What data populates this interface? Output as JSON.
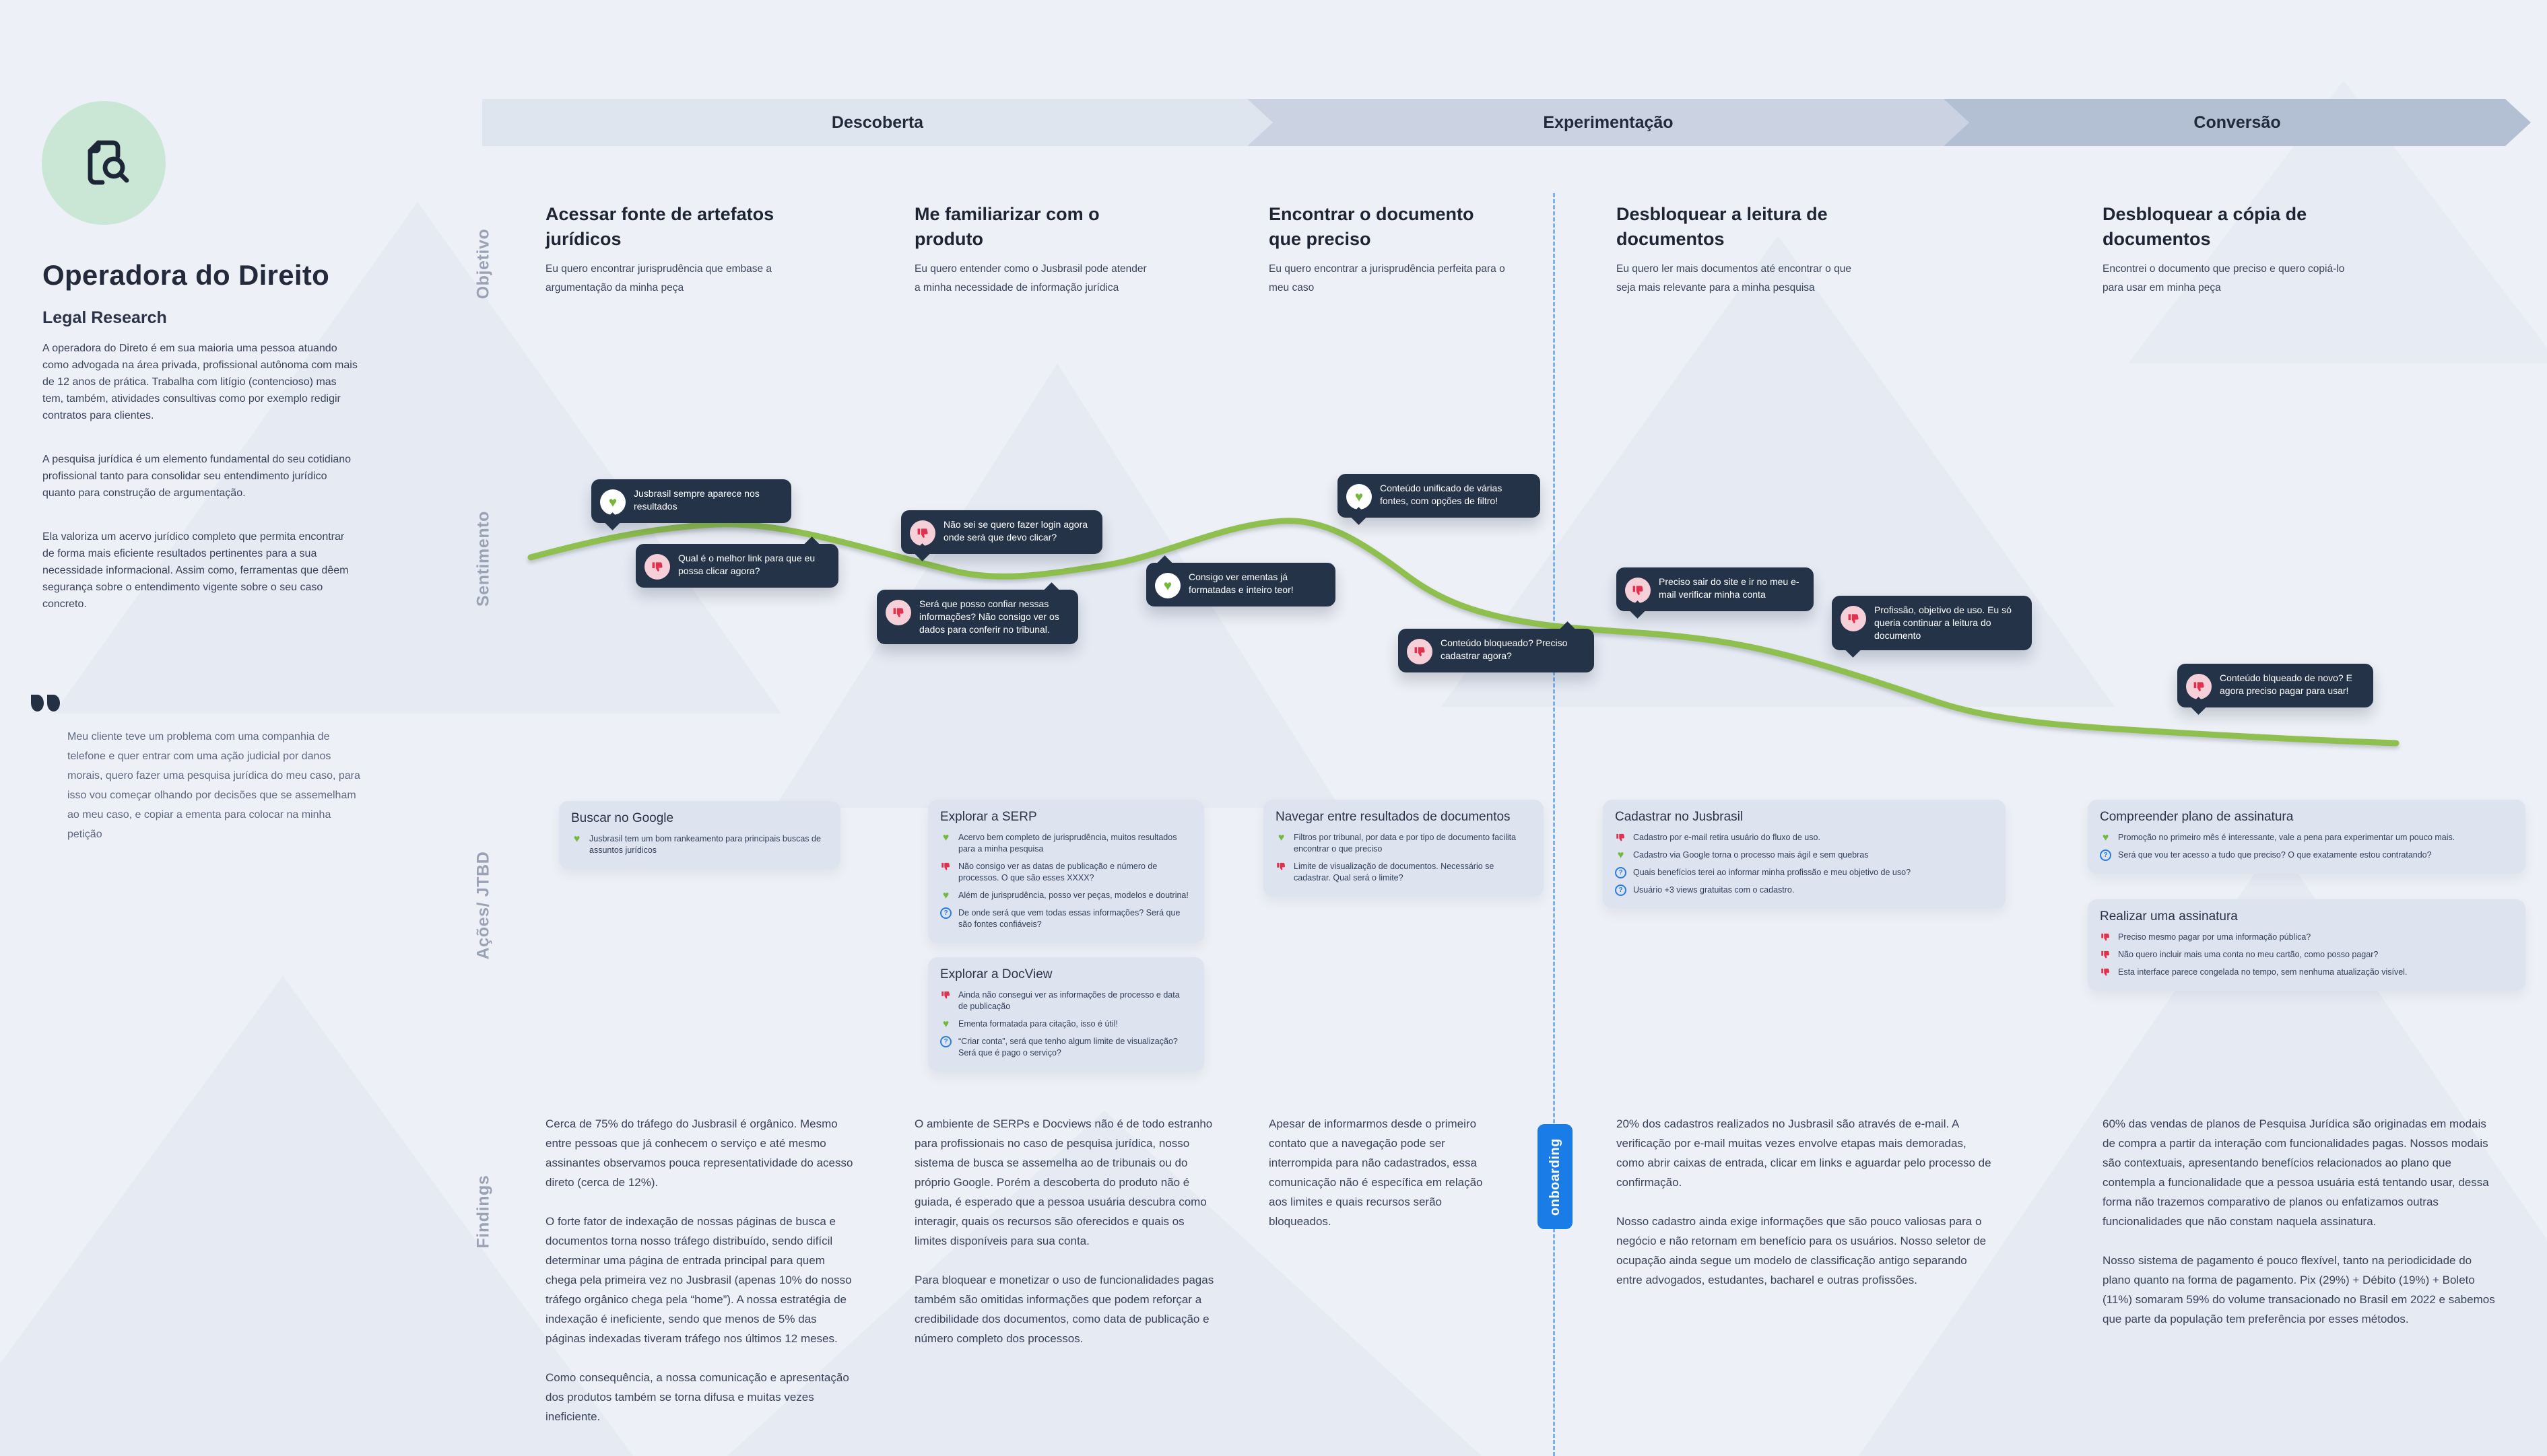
{
  "persona": {
    "title": "Operadora do Direito",
    "subtitle": "Legal Research",
    "paragraphs": [
      "A operadora do Direto é em sua maioria uma pessoa atuando como advogada na área privada, profissional autônoma com mais de 12 anos de prática. Trabalha com litígio (contencioso) mas tem, também, atividades consultivas como por exemplo redigir contratos para clientes.",
      "A pesquisa jurídica é um elemento fundamental do seu cotidiano profissional tanto para consolidar seu entendimento jurídico quanto para construção de argumentação.",
      "Ela valoriza um acervo jurídico completo que permita encontrar de forma mais eficiente resultados pertinentes para a sua necessidade informacional. Assim como, ferramentas que dêem segurança sobre o entendimento vigente sobre o seu caso concreto."
    ],
    "quote": "Meu cliente teve um problema com uma companhia de telefone e quer entrar com uma ação judicial por danos morais, quero fazer uma pesquisa jurídica do meu caso, para isso vou começar olhando por decisões que se assemelham ao meu caso, e copiar a ementa para colocar na minha petição"
  },
  "phases": [
    "Descoberta",
    "Experimentação",
    "Conversão"
  ],
  "row_labels": [
    "Objetivo",
    "Sentimento",
    "Ações/ JTBD",
    "Findings"
  ],
  "columns": [
    {
      "title1": "Acessar fonte de artefatos",
      "title2": "jurídicos",
      "goal": "Eu quero encontrar jurisprudência que embase a argumentação da minha peça"
    },
    {
      "title1": "Me familiarizar com o",
      "title2": "produto",
      "goal": "Eu quero entender como o Jusbrasil pode atender a minha necessidade de informação jurídica"
    },
    {
      "title1": "Encontrar o documento",
      "title2": "que preciso",
      "goal": "Eu quero encontrar a jurisprudência perfeita para o meu caso"
    },
    {
      "title1": "Desbloquear a leitura de",
      "title2": "documentos",
      "goal": "Eu quero ler mais documentos até encontrar o que seja mais relevante para a minha pesquisa"
    },
    {
      "title1": "Desbloquear a cópia de",
      "title2": "documentos",
      "goal": "Encontrei o documento que preciso e quero copiá-lo para usar em minha peça"
    }
  ],
  "bubbles": [
    {
      "sentiment": "positive",
      "text": "Jusbrasil sempre aparece nos resultados"
    },
    {
      "sentiment": "negative",
      "text": "Qual é o melhor link para que eu possa clicar agora?"
    },
    {
      "sentiment": "negative",
      "text": "Não sei se quero fazer login agora onde será que devo clicar?"
    },
    {
      "sentiment": "negative",
      "text": "Será que posso confiar nessas informações? Não consigo ver os dados para conferir no tribunal."
    },
    {
      "sentiment": "positive",
      "text": "Consigo ver ementas já formatadas e inteiro teor!"
    },
    {
      "sentiment": "positive",
      "text": "Conteúdo unificado de várias fontes, com opções de filtro!"
    },
    {
      "sentiment": "negative",
      "text": "Conteúdo bloqueado? Preciso cadastrar agora?"
    },
    {
      "sentiment": "negative",
      "text": "Preciso sair do site e ir no meu e-mail verificar minha conta"
    },
    {
      "sentiment": "negative",
      "text": "Profissão, objetivo de uso. Eu só queria continuar a leitura do documento"
    },
    {
      "sentiment": "negative",
      "text": "Conteúdo blqueado de novo? E agora preciso pagar para usar!"
    }
  ],
  "cards": [
    {
      "title": "Buscar no Google",
      "items": [
        {
          "icon": "heart-positive",
          "text": "Jusbrasil tem um bom rankeamento para principais buscas de assuntos jurídicos"
        }
      ]
    },
    {
      "title": "Explorar a SERP",
      "items": [
        {
          "icon": "heart-positive",
          "text": "Acervo bem completo de jurisprudência, muitos resultados para a minha pesquisa"
        },
        {
          "icon": "thumbs-down-negative",
          "text": "Não consigo ver as datas de publicação e número de processos. O que são esses XXXX?"
        },
        {
          "icon": "heart-positive",
          "text": "Além de jurisprudência, posso ver peças, modelos e doutrina!"
        },
        {
          "icon": "question",
          "text": "De onde será que vem todas essas informações? Será que são fontes confiáveis?"
        }
      ]
    },
    {
      "title": "Explorar a DocView",
      "items": [
        {
          "icon": "thumbs-down-negative",
          "text": "Ainda não consegui ver as informações de processo e data de publicação"
        },
        {
          "icon": "heart-positive",
          "text": "Ementa formatada para citação, isso é útil!"
        },
        {
          "icon": "question",
          "text": "“Criar conta”, será que tenho algum limite de visualização? Será que é pago o serviço?"
        }
      ]
    },
    {
      "title": "Navegar entre resultados de documentos",
      "items": [
        {
          "icon": "heart-positive",
          "text": "Filtros por tribunal, por data e por tipo de documento facilita encontrar o que preciso"
        },
        {
          "icon": "thumbs-down-negative",
          "text": "Limite de visualização de documentos. Necessário se cadastrar. Qual será o limite?"
        }
      ]
    },
    {
      "title": "Cadastrar no Jusbrasil",
      "items": [
        {
          "icon": "thumbs-down-negative",
          "text": "Cadastro por e-mail retira usuário do fluxo de uso."
        },
        {
          "icon": "heart-positive",
          "text": "Cadastro via Google torna o processo mais ágil e sem quebras"
        },
        {
          "icon": "question",
          "text": "Quais benefícios terei ao informar minha profissão e meu objetivo de uso?"
        },
        {
          "icon": "question",
          "text": "Usuário +3 views gratuitas com o cadastro."
        }
      ]
    },
    {
      "title": "Compreender plano de assinatura",
      "items": [
        {
          "icon": "heart-positive",
          "text": "Promoção no primeiro mês é interessante, vale a pena para experimentar um pouco mais."
        },
        {
          "icon": "question",
          "text": "Será que vou ter acesso a tudo que preciso? O que exatamente estou contratando?"
        }
      ]
    },
    {
      "title": "Realizar uma assinatura",
      "items": [
        {
          "icon": "thumbs-down-negative",
          "text": "Preciso mesmo pagar por uma informação pública?"
        },
        {
          "icon": "thumbs-down-negative",
          "text": "Não quero incluir mais uma conta no meu cartão, como posso pagar?"
        },
        {
          "icon": "thumbs-down-negative",
          "text": "Esta interface parece congelada no tempo, sem nenhuma atualização visível."
        }
      ]
    }
  ],
  "findings": [
    [
      "Cerca de 75% do tráfego do Jusbrasil é orgânico. Mesmo entre pessoas que já conhecem o serviço e até mesmo assinantes observamos pouca representatividade do acesso direto (cerca de 12%).",
      "O forte fator de indexação de nossas páginas de busca e documentos torna nosso tráfego distribuído, sendo difícil determinar uma página de entrada principal para quem chega pela primeira vez no Jusbrasil (apenas 10% do nosso tráfego orgânico chega pela “home”). A nossa estratégia de indexação é ineficiente, sendo que menos de 5% das páginas indexadas tiveram tráfego nos últimos 12 meses.",
      "Como consequência, a nossa comunicação e apresentação dos produtos também se torna difusa e muitas vezes ineficiente."
    ],
    [
      "O ambiente de SERPs e Docviews não é de todo estranho para profissionais no caso de pesquisa jurídica, nosso sistema de busca se assemelha ao de tribunais ou do próprio Google. Porém a descoberta do produto não é guiada, é esperado que a pessoa usuária descubra como interagir, quais os recursos são oferecidos e quais os limites disponíveis para sua conta.",
      "Para bloquear e monetizar o uso de funcionalidades pagas também são omitidas informações que podem reforçar a credibilidade dos documentos, como data de publicação e número completo dos processos."
    ],
    [
      "Apesar de informarmos desde o primeiro contato que a navegação pode ser interrompida para não cadastrados, essa comunicação não é específica em relação aos limites e quais recursos serão bloqueados."
    ],
    [
      "20% dos cadastros realizados no Jusbrasil são através de e-mail. A verificação por e-mail muitas vezes envolve etapas mais demoradas, como abrir caixas de entrada, clicar em links e aguardar pelo processo de confirmação.",
      "Nosso cadastro ainda exige informações que são pouco valiosas para o negócio e não retornam em benefício para os usuários. Nosso seletor de ocupação ainda segue um modelo de classificação antigo separando entre advogados, estudantes, bacharel e outras profissões."
    ],
    [
      "60% das vendas de planos de Pesquisa Jurídica são originadas em modais de compra a partir da interação com funcionalidades pagas. Nossos modais são contextuais, apresentando benefícios relacionados ao plano que contempla a funcionalidade que a pessoa usuária está tentando usar, dessa forma não trazemos comparativo de planos ou enfatizamos outras funcionalidades que não constam naquela assinatura.",
      "Nosso sistema de pagamento é pouco flexível, tanto na periodicidade do plano quanto na forma de pagamento. Pix (29%) + Débito (19%) + Boleto (11%) somaram 59% do volume transacionado no Brasil em 2022 e sabemos que parte da população tem preferência por esses métodos."
    ]
  ],
  "onboarding_label": "onboarding",
  "icons": {
    "heart": "♥",
    "question": "?"
  },
  "colors": {
    "positive": "#76b83e",
    "negative": "#e0314e",
    "question": "#2b7de0",
    "bubble_bg": "#253349",
    "curve": "#8fc04f",
    "onboarding": "#1a7ce6",
    "phase1": "#dfe5ee",
    "phase2": "#cbd3e2",
    "phase3": "#b3c0d3"
  }
}
